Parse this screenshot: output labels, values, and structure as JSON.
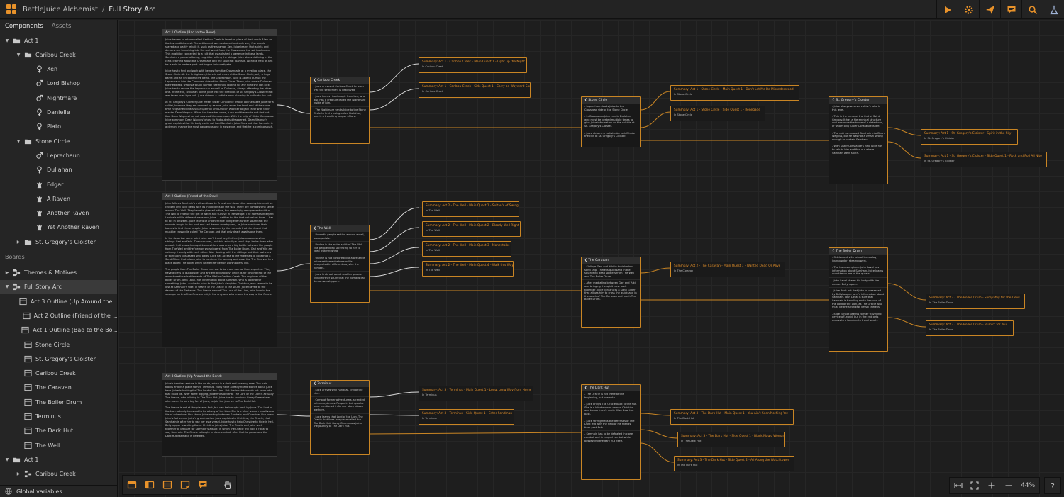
{
  "topbar": {
    "project": "BattleJuice Alchemist",
    "separator": "/",
    "board": "Full Story Arc",
    "buttons": [
      "play-icon",
      "gear-icon",
      "send-icon",
      "comment-icon",
      "search-icon",
      "flask-icon"
    ]
  },
  "sidebar": {
    "tabs": [
      "Components",
      "Assets"
    ],
    "components": [
      {
        "label": "Act 1",
        "icon": "folder",
        "level": 0,
        "open": true
      },
      {
        "label": "Caribou Creek",
        "icon": "folder",
        "level": 1,
        "open": true
      },
      {
        "label": "Xen",
        "icon": "female",
        "level": 2
      },
      {
        "label": "Lord Bishop",
        "icon": "male",
        "level": 2
      },
      {
        "label": "Nightmare",
        "icon": "male",
        "level": 2
      },
      {
        "label": "Danielle",
        "icon": "female",
        "level": 2
      },
      {
        "label": "Plato",
        "icon": "female",
        "level": 2
      },
      {
        "label": "Stone Circle",
        "icon": "folder",
        "level": 1,
        "open": true
      },
      {
        "label": "Leprechaun",
        "icon": "male",
        "level": 2
      },
      {
        "label": "Dullahan",
        "icon": "female",
        "level": 2
      },
      {
        "label": "Edgar",
        "icon": "creature",
        "level": 2
      },
      {
        "label": "A Raven",
        "icon": "creature",
        "level": 2
      },
      {
        "label": "Another Raven",
        "icon": "creature",
        "level": 2
      },
      {
        "label": "Yet Another Raven",
        "icon": "creature",
        "level": 2
      },
      {
        "label": "St. Gregory's Cloister",
        "icon": "folder",
        "level": 1,
        "open": false
      }
    ],
    "boards_heading": "Boards",
    "boards": [
      {
        "label": "Themes & Motives",
        "icon": "board",
        "level": 0,
        "open": false
      },
      {
        "label": "Full Story Arc",
        "icon": "board",
        "level": 0,
        "open": true,
        "selected": true
      },
      {
        "label": "Act 3 Outline (Up Around the...",
        "icon": "list",
        "level": 1
      },
      {
        "label": "Act 2 Outline (Friend of the ...",
        "icon": "list",
        "level": 1
      },
      {
        "label": "Act 1 Outline (Bad to the Bo...",
        "icon": "list",
        "level": 1
      },
      {
        "label": "Stone Circle",
        "icon": "list",
        "level": 1
      },
      {
        "label": "St. Gregory's Cloister",
        "icon": "list",
        "level": 1
      },
      {
        "label": "Caribou Creek",
        "icon": "list",
        "level": 1
      },
      {
        "label": "The Caravan",
        "icon": "list",
        "level": 1
      },
      {
        "label": "The Boiler Drum",
        "icon": "list",
        "level": 1
      },
      {
        "label": "Terminus",
        "icon": "list",
        "level": 1
      },
      {
        "label": "The Dark Hut",
        "icon": "list",
        "level": 1
      },
      {
        "label": "The Well",
        "icon": "list",
        "level": 1
      },
      {
        "label": "Act 1",
        "icon": "folder",
        "level": 0,
        "open": true
      },
      {
        "label": "Caribou Creek",
        "icon": "board",
        "level": 1,
        "open": false
      }
    ],
    "global_variables": "Global variables"
  },
  "outlines": [
    {
      "title": "Act 1 Outline (Bad to the Bone)",
      "paragraphs": [
        "Juice travels to a town called Caribou Creek to take the place of their uncle Allen as the town's Alchemist. The settlement was destroyed and only very few people stayed and partly rebuilt it, such as the shaman Xen. Juice learns that spirits and demons are breaching into the real world from the Crossroads, the spiritual realm. This might be connected to a cult that established a presence in these lands. Samhain, a powerful being, might be pulling the strings. Juice starts dabbling in the craft, learning about the Crossroads and the soul that roams it. With the help of Xen he is able to make a pact and begins to investigate.",
        "Juice has to find and work with beings from the Crossroads at a mystical place, the Stone Circle. At the first glance, there is not much at the Stone Circle, only a huge barrel and an uncooperative being, the Leprechaun. Juice is able to pursuit the Leprechaun into the Crossroad side of the Stone Circle. There Juice meets Dullahan, the Headless, who is a tough woman seemingly looking for any fight she can pick. Juice has to rescue the Leprechaun as well as Dullahan, always offending the other one. In the end, Dullahan points Juice into the direction of St. Gregory's Cloister that was taken over by a cult. Juice obtains a cultist's robe planning to infiltrate the cult.",
        "At St. Gregory's Cloister Juice meets Sister Constance who of course takes Juice for a cultist, because they are dressed up as one. Juice enter her trust and at the same time helps the cultists Vicar Sparrow and Deacon Wooster to gain favor with their master Dean Wagnus. When the time has come, Juice and the whole cult find out that Dean Wagnus has not survived the ascension. With the help of Sister Constance Juice summons Dean Wagnus' ghost to find out what happened. Dean Wagnus's ghost explains that his body could not hold Samhain. Juice finds out that Samhain is a demon, maybe the most dangerous one in existence, and that he is coming south."
      ]
    },
    {
      "title": "Act 2 Outline (Friend of the Devil)",
      "paragraphs": [
        "Juice follows Samhain's trail southwards. A vast and desert-like countryside must be crossed and Juice deals with its inhabitants on the way. There are nomads who settle around The Well. They have to please Undine, the seemingly omnipresent spirit of The Well to receive the gift of water and survive in the steppe. The nomads interpret Undine's will in different ways and Juice — neither for the first or the last time — has to act in between. Juice learns of another tribe living even further south that the nomads fought in the past and call demon worshippers, as Juice continues their travels to find these people. Juice is warned by the nomads that the desert that must be crossed is called The Caravan and that only death awaits one there.",
        "In the desert at some point Juice can't travel any further. Juice encounters the siblings Gari and Yuki. Their caravan, which is actually a sand ship, broke down after a crash. In the southern quicksands there was once a big battle between the people from The Well and the 'demon worshippers' from The Boiler Drum. Gari and Yuki are not very friendly with each other. After dealing with the siblings and their lost crew of spiritually possessed ship parts, Juice has access to the materials to construct a Sand Glider that allows Juice to continue the journey and cross the The Caravan to a place called The Boiler Drum where the 'demon worshippers' live.",
        "The people from The Boiler Drum turn out to be more normal than expected. They have access to gunpowder and ancient technology, which is far beyond that of the almost medieval settlements of The Well or Caribou Creek. The engineer of the Boiler Drum, John Laval, has information about Samhain, who is looking for something. John Laval asks Juice to find John's daughter Christine, who seems to be lost at Samhain's side. In search of the Oracle in the south, Juice travels to the darkest of the Badlands. The Oracle named 'The Lord of the Lion', who lives in the swamps north of the Oracle's hut, is the only one who knows the way to the Oracle."
      ]
    },
    {
      "title": "Act 3 Outline (Up Around the Bend)",
      "paragraphs": [
        "Juice's handcar arrives in the south, which is a dark and swampy area. The train tracks end in a place named Terminus. Many have already heard stories about Juice here. Juice is looking for 'The Lord of the Lion'. But the inhabitants do not know who that could be. After some digging, Juice finds out that The Lord of the Lion is actually The Oracle, who is living in The Dark Hut. Juice has to convince Gorey Greenshaw who seems to be a big fan of Juice, to join the journey to The Dark Hut.",
        "The Oracle is not at this place at first, but can be brought back by Juice. The Lord of the Lion actually turns out to be a Lady of the Lion. She is a blind woman who lives a life of adventure. She shows Juice a story between Samhain and Christine. She knew Juice's father and Juice's grandmother. Juice explains to Christine, the Oracle, that Samhain is after her to use her as a vessel. Juice has to help Christine to hide in hell. Bellyhopper is waiting there. Christine joins Juice. The Oracle and Juice work together to prepare for Samhain's attack, in which the Oracle will hold a ritual to slay Samhain. The Oracle is fought in close combat, after that he possesses the Dark Hut itself and is defeated."
      ]
    }
  ],
  "fragments": [
    {
      "title": "Caribou Creek",
      "lines": [
        "Juice arrives at Caribou Creek to learn that the settlement is destroyed.",
        "Juice learns ritual magic from Xen, who also has a creature called the Nightmare inside of him.",
        "The Nightmare sends Juice to the Stone Circle to find a being called Dullahan, who is a travelling keeper of lore."
      ]
    },
    {
      "title": "Stone Circle",
      "lines": [
        "Leprechaun leads Juice to the Crossroad side of the Stone Circle.",
        "In Crossroads Juice meets Dullahan who must be bested multiple times to give Juice information on the cultists at St. Gregory's Cloister.",
        "Juice obtains a cultist robe to infiltrate the cult at St. Gregory's Cloister."
      ]
    },
    {
      "title": "St. Gregory's Cloister",
      "lines": [
        "Juice always wears a cultist's robe in this level.",
        "This is the home of the Cult of Saint Gregory. It has a hierarchical structure and was once the home of a sisterhood, of whom only Sister Constance is left.",
        "The cult summoned Samhain into Dean Wagnus, but he was not a vessel strong enough to contain Samhain.",
        "With Sister Constance's help Juice has to talk to him and find out where Samhain went south."
      ]
    },
    {
      "title": "The Well",
      "lines": [
        "Nomadic people settled around a well, protagonists.",
        "Undine is the water spirit of The Well. The people keep sacrificing to her to keep water flowing.",
        "Undine is not corporeal but a presence in the settlement whose will is interpreted in different ways by the nomads.",
        "Juice finds out about another people living further south that the nomads call demon worshippers."
      ]
    },
    {
      "title": "The Caravan",
      "lines": [
        "Siblings Gari and Yuki in their broken sand ship. There is quicksand in the south with dead soldiers from The Well and The Boiler Drum.",
        "After mediating between Gari and Yuki and bringing the spirit crew back together, Juice constructs a Sand Glider that allows him to cross the quicksand in the south of The Caravan and reach The Boiler Drum."
      ]
    },
    {
      "title": "The Boiler Drum",
      "lines": [
        "Settlement with lots of technology (gunpowder, steampower).",
        "The town's engineer John Laval has information about Samhain. Juice learns over the course of the quests.",
        "John Laval shares his body with the demon Bellyhopper.",
        "Juice finds out that John is possessed by Bellyhopper. John's information about Samhain. John Laval is sure that Samhain is traveling south because of the Lord of the Lion, as The Oracle who must be the strongest vessel there is.",
        "Juice cannot use his former travelling device off-world, but in the end gets access to a handcar to travel south."
      ]
    },
    {
      "title": "Terminus",
      "lines": [
        "Juice arrives with handcar. End of the Line.",
        "Camp of former adventurers, stranded, veterans, demos. People in beings who were mentioned in former story places are here.",
        "Juice learns that Lord of the Lion, The Oracle that lives in a place called the The Dark Hut. Gorey Greenshaw joins the journey to The Dark Hut."
      ]
    },
    {
      "title": "The Dark Hut",
      "lines": [
        "The Oracle is not there at the beginning, hut is empty.",
        "Juice brings The Oracle back to the hut. She is a blind woman named Christine and knows Juice's uncle Allen from the past.",
        "Juice strengthens the defenses of The Dark Hut with the help of his friends from past Acts.",
        "Samhain has to be defeated in close combat and in ranged combat while possessing the dark hut itself."
      ]
    }
  ],
  "summaries": [
    {
      "title": "Summary: Act 1 - Caribou Creek - Main Quest 1 - Light up the Night",
      "loc": "In Caribou Creek"
    },
    {
      "title": "Summary: Act 1 - Caribou Creek - Side Quest 1 - Carry on Wayward Son",
      "loc": "In Caribou Creek"
    },
    {
      "title": "Summary: Act 1 - Stone Circle - Main Quest 1 - Don't Let Me Be Misunderstood",
      "loc": "In Stone Circle"
    },
    {
      "title": "Summary: Act 1 - Stone Circle - Side Quest 1 - Renegade",
      "loc": "In Stone Circle"
    },
    {
      "title": "Summary: Act 1 - St. Gregory's Cloister - Spirit in the Sky",
      "loc": "In St. Gregory's Cloister"
    },
    {
      "title": "Summary: Act 1 - St. Gregory's Cloister - Side Quest 1 - Rock and Roll All Nite",
      "loc": "In St. Gregory's Cloister"
    },
    {
      "title": "Summary: Act 2 - The Well - Main Quest 1 - Sultan's of Swing",
      "loc": "In The Well"
    },
    {
      "title": "Summary: Act 2 - The Well - Main Quest 2 - Bloody Well Right",
      "loc": "In The Well"
    },
    {
      "title": "Summary: Act 2 - The Well - Main Quest 3 - Moneytalks",
      "loc": "In The Well"
    },
    {
      "title": "Summary: Act 2 - The Well - Main Quest 4 - Walk this Way",
      "loc": "In The Well"
    },
    {
      "title": "Summary: Act 2 - The Caravan - Main Quest 1 - Wanted Dead Or Alive",
      "loc": "In The Caravan"
    },
    {
      "title": "Summary: Act 2 - The Boiler Drum - Sympathy for the Devil",
      "loc": "In The Boiler Drum"
    },
    {
      "title": "Summary: Act 2 - The Boiler Drum - Burnin' for You",
      "loc": "In The Boiler Drum"
    },
    {
      "title": "Summary: Act 3 - Terminus - Main Quest 1 - Long, Long Way from Home",
      "loc": "In Terminus"
    },
    {
      "title": "Summary: Act 3 - Terminus - Side Quest 1 - Enter Sandman",
      "loc": "In Terminus"
    },
    {
      "title": "Summary: Act 3 - The Dark Hut - Main Quest 1 - You Ain't Seen Nothing Yet",
      "loc": "In The Dark Hut"
    },
    {
      "title": "Summary: Act 3 - The Dark Hut - Side Quest 1 - Black Magic Woman",
      "loc": "In The Dark Hut"
    },
    {
      "title": "Summary: Act 3 - The Dark Hut - Side Quest 2 - All Along the Watchtower",
      "loc": "In The Dark Hut"
    }
  ],
  "zoom": {
    "level": "44%"
  },
  "colors": {
    "accent": "#e8922a",
    "background": "#1d1d1d",
    "panel": "#252525"
  }
}
